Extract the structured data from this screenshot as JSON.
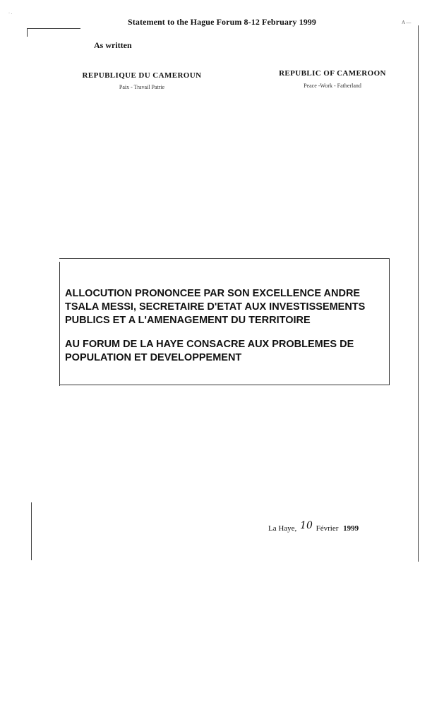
{
  "header": {
    "title": "Statement to the Hague Forum 8-12 February 1999",
    "corner_mark_left": "· .",
    "corner_mark_right": "A —"
  },
  "annotation": "As written",
  "letterhead": {
    "french": {
      "name": "REPUBLIQUE DU CAMEROUN",
      "motto": "Paix - Travail   Patrie"
    },
    "english": {
      "name": "REPUBLIC OF CAMEROON",
      "motto": "Peace -Work - Fatherland"
    }
  },
  "title_box": {
    "title": "ALLOCUTION PRONONCEE PAR SON EXCELLENCE ANDRE TSALA MESSI, SECRETAIRE D'ETAT AUX INVESTISSEMENTS PUBLICS ET A L'AMENAGEMENT DU TERRITOIRE",
    "subtitle": "AU FORUM DE LA HAYE CONSACRE AUX PROBLEMES DE POPULATION ET DEVELOPPEMENT"
  },
  "signature_line": {
    "place": "La Haye,",
    "day_handwritten": "10",
    "month": "Février",
    "year": "1999"
  }
}
